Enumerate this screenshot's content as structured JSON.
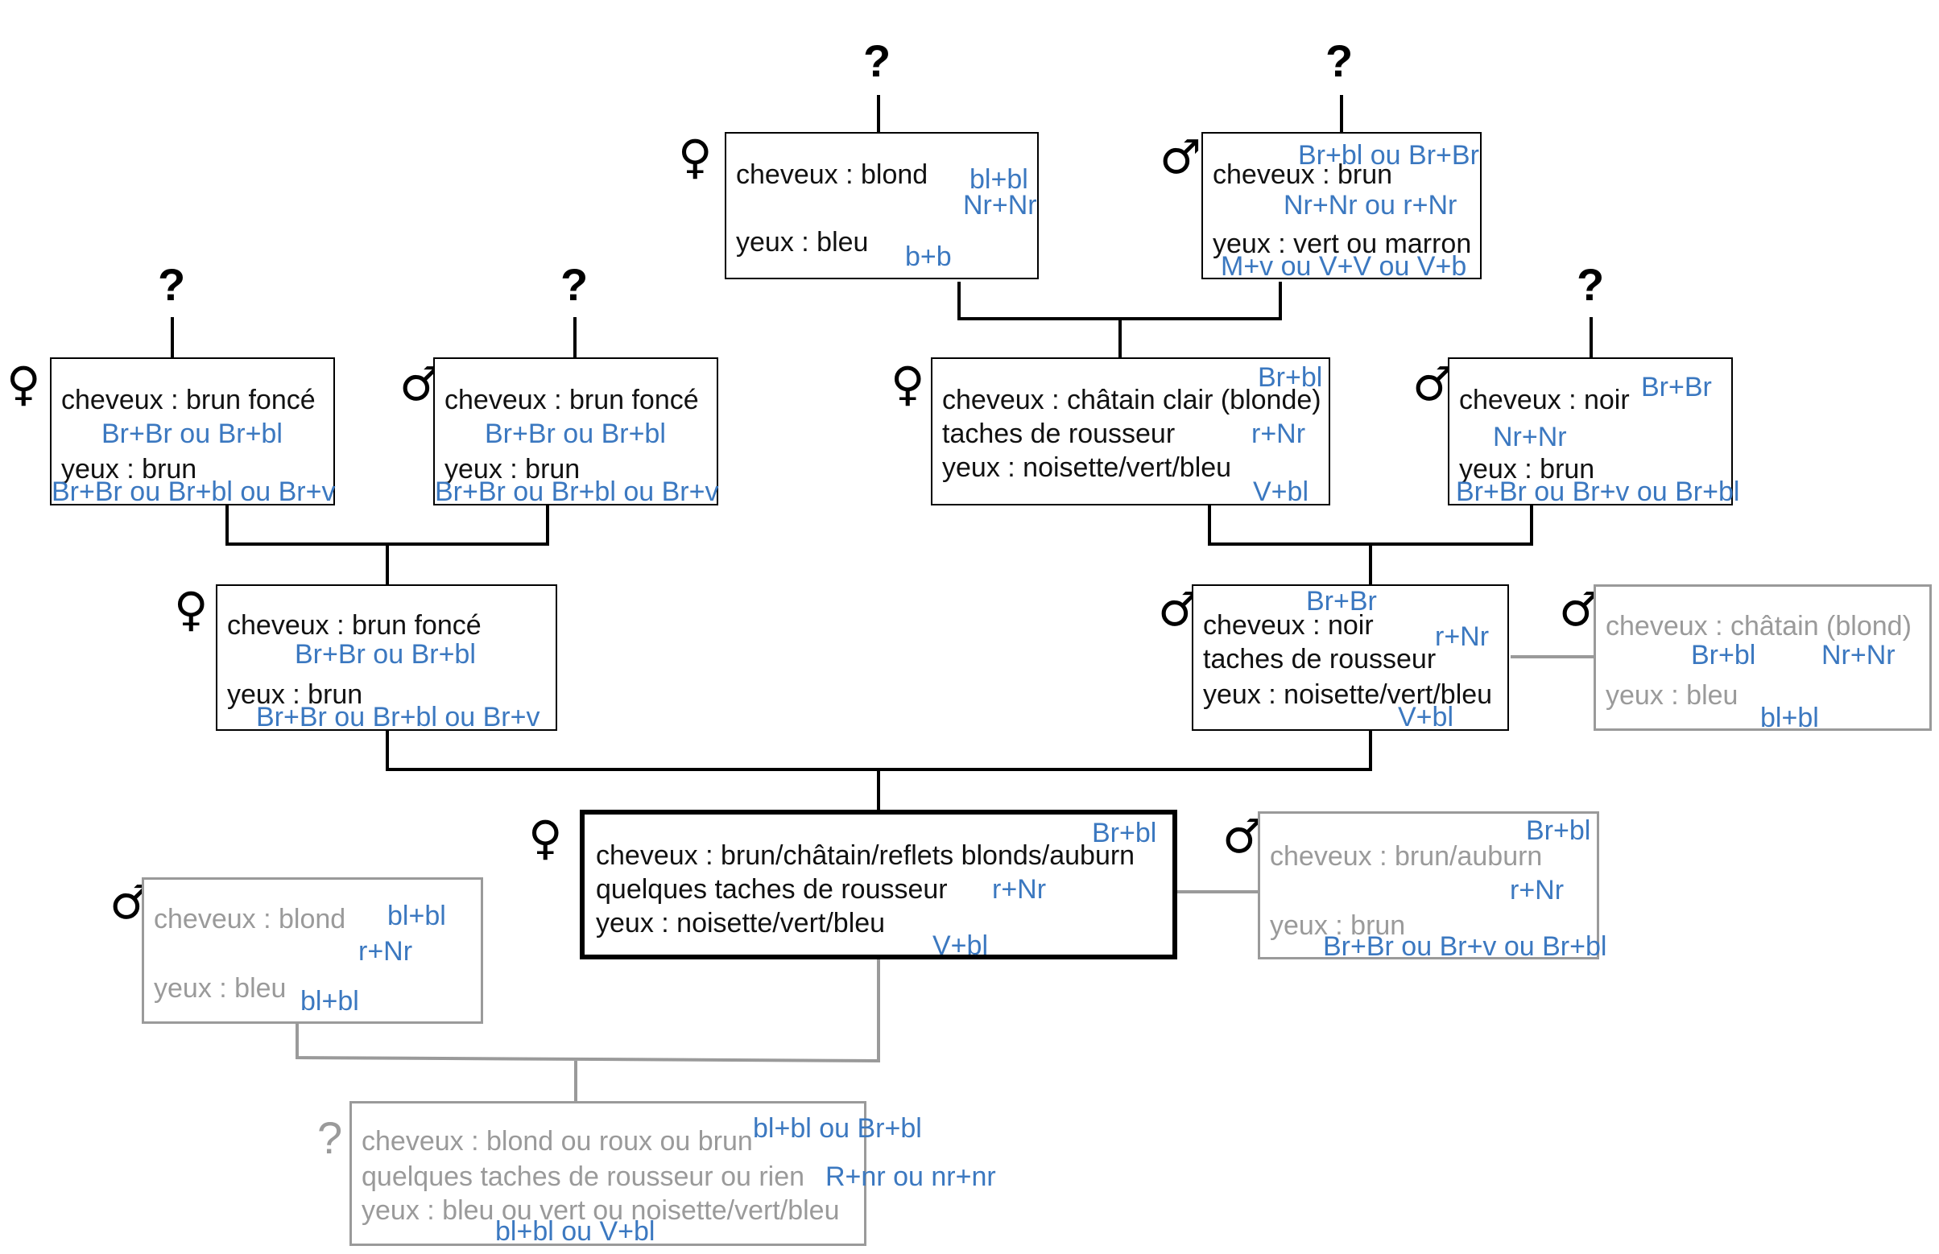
{
  "symbols": {
    "female": "♀",
    "male": "♂",
    "unknown": "?"
  },
  "colors": {
    "line": "#000000",
    "inactive": "#9a9a9a",
    "allele": "#3b78c0"
  },
  "ggm_pat": {
    "hair": "cheveux : blond",
    "eyes": "yeux : bleu",
    "hair_alleles": "bl+bl",
    "freckle_alleles": "Nr+Nr",
    "eye_alleles": "b+b"
  },
  "ggf_pat": {
    "hair": "cheveux : brun",
    "eyes": "yeux : vert ou marron",
    "hair_alleles": "Br+bl ou Br+Br",
    "freckle_alleles": "Nr+Nr ou r+Nr",
    "eye_alleles": "M+v ou V+V ou V+b"
  },
  "gm_mat": {
    "hair": "cheveux : brun foncé",
    "eyes": "yeux : brun",
    "hair_alleles": "Br+Br ou Br+bl",
    "eye_alleles": "Br+Br ou Br+bl ou Br+v"
  },
  "gf_mat": {
    "hair": "cheveux : brun foncé",
    "eyes": "yeux : brun",
    "hair_alleles": "Br+Br ou Br+bl",
    "eye_alleles": "Br+Br ou Br+bl ou Br+v"
  },
  "gm_pat": {
    "hair": "cheveux : châtain clair (blonde)",
    "freckles": "taches de rousseur",
    "eyes": "yeux : noisette/vert/bleu",
    "hair_alleles": "Br+bl",
    "freckle_alleles": "r+Nr",
    "eye_alleles": "V+bl"
  },
  "gf_pat": {
    "hair": "cheveux : noir",
    "eyes": "yeux : brun",
    "hair_alleles": "Br+Br",
    "freckle_alleles": "Nr+Nr",
    "eye_alleles": "Br+Br ou Br+v ou Br+bl"
  },
  "mother": {
    "hair": "cheveux : brun foncé",
    "eyes": "yeux : brun",
    "hair_alleles": "Br+Br ou Br+bl",
    "eye_alleles": "Br+Br ou Br+bl ou Br+v"
  },
  "father": {
    "hair": "cheveux : noir",
    "freckles": "taches de rousseur",
    "eyes": "yeux : noisette/vert/bleu",
    "hair_alleles": "Br+Br",
    "freckle_alleles": "r+Nr",
    "eye_alleles": "V+bl"
  },
  "uncle": {
    "hair": "cheveux : châtain (blond)",
    "eyes": "yeux : bleu",
    "hair_alleles": "Br+bl",
    "freckle_alleles": "Nr+Nr",
    "eye_alleles": "bl+bl"
  },
  "subject": {
    "hair": "cheveux : brun/châtain/reflets blonds/auburn",
    "freckles": "quelques taches de rousseur",
    "eyes": "yeux : noisette/vert/bleu",
    "hair_alleles": "Br+bl",
    "freckle_alleles": "r+Nr",
    "eye_alleles": "V+bl"
  },
  "sibling": {
    "hair": "cheveux : brun/auburn",
    "eyes": "yeux : brun",
    "hair_alleles": "Br+bl",
    "freckle_alleles": "r+Nr",
    "eye_alleles": "Br+Br ou Br+v ou Br+bl"
  },
  "partner": {
    "hair": "cheveux : blond",
    "eyes": "yeux : bleu",
    "hair_alleles": "bl+bl",
    "freckle_alleles": "r+Nr",
    "eye_alleles": "bl+bl"
  },
  "child": {
    "hair": "cheveux : blond ou roux ou brun",
    "freckles": "quelques taches de rousseur ou rien",
    "eyes": "yeux : bleu ou vert ou noisette/vert/bleu",
    "hair_alleles": "bl+bl ou Br+bl",
    "freckle_alleles": "R+nr ou nr+nr",
    "eye_alleles": "bl+bl ou V+bl"
  }
}
